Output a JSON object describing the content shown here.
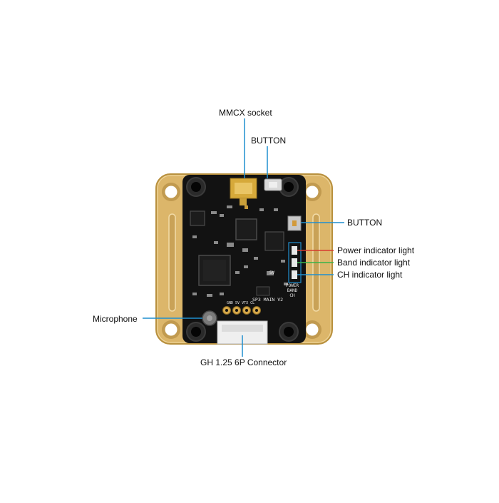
{
  "colors": {
    "pcb": "#121212",
    "gold": "#dcb66a",
    "gold_edge": "#b8903e",
    "callout_line": "#1f8fcf",
    "power_line": "#d63a2f",
    "band_line": "#37b34a",
    "ch_line": "#1f8fcf"
  },
  "callouts": {
    "mmcx": "MMCX socket",
    "button_top": "BUTTON",
    "button_right": "BUTTON",
    "power": "Power indicator light",
    "band": "Band indicator light",
    "ch": "CH indicator light",
    "mic": "Microphone",
    "connector": "GH 1.25 6P Connector"
  },
  "silkscreen": {
    "board_id": "SP3 MAIN V2",
    "power": "POWER",
    "band": "BAND",
    "ch": "CH",
    "pin_labels": "GND 5V VTX CL",
    "voltage": "5V"
  }
}
